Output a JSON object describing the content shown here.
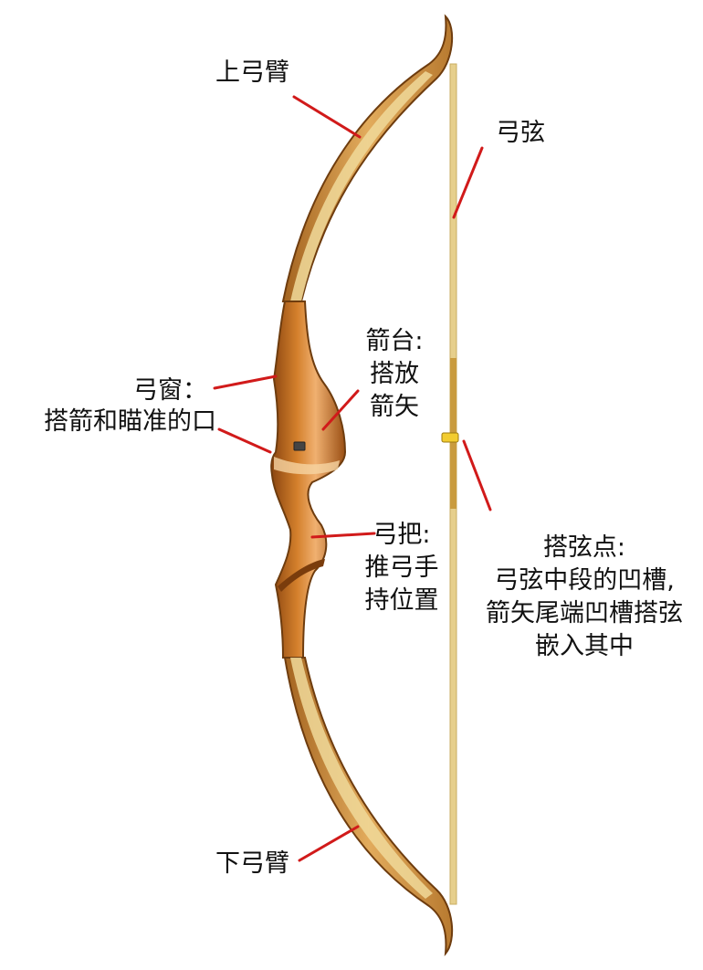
{
  "labels": {
    "upper_limb": "上弓臂",
    "string": "弓弦",
    "sight_window_title": "弓窗：",
    "sight_window_desc": "搭箭和瞄准的口",
    "arrow_rest_l1": "箭台:",
    "arrow_rest_l2": "搭放",
    "arrow_rest_l3": "箭矢",
    "grip_l1": "弓把:",
    "grip_l2": "推弓手",
    "grip_l3": "持位置",
    "nock_point_l1": "搭弦点:",
    "nock_point_l2": "弓弦中段的凹槽,",
    "nock_point_l3": "箭矢尾端凹槽搭弦",
    "nock_point_l4": "嵌入其中",
    "lower_limb": "下弓臂"
  },
  "colors": {
    "leader_line": "#d11a1a",
    "limb_tan": "#f0d99a",
    "limb_brown": "#c9862e",
    "riser": "#c46a1c",
    "riser_dark": "#8a4510",
    "string": "#e6cf8c",
    "nock": "#f2cc30"
  }
}
